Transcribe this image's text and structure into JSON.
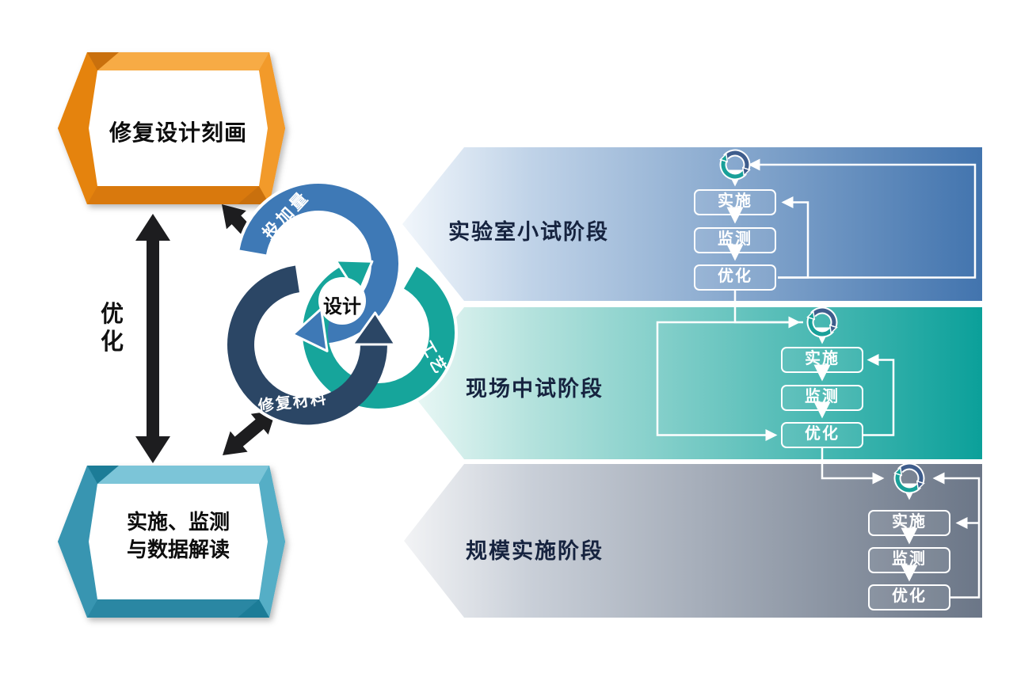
{
  "left_column": {
    "top_box_label": "修复设计刻画",
    "bottom_box_line1": "实施、监测",
    "bottom_box_line2": "与数据解读",
    "optimize_label": "优化"
  },
  "cycle": {
    "center_label": "设计",
    "dosage_label": "投加量",
    "process_label": "施工工艺",
    "material_label": "修复材料",
    "ring_colors": {
      "dosage": "#3e79b6",
      "process": "#16a59b",
      "material": "#2b4665"
    }
  },
  "phases": [
    {
      "name": "实验室小试阶段",
      "steps": [
        "实施",
        "监测",
        "优化"
      ],
      "band_color": "#4274ae"
    },
    {
      "name": "现场中试阶段",
      "steps": [
        "实施",
        "监测",
        "优化"
      ],
      "band_color": "#0ba09a"
    },
    {
      "name": "规模实施阶段",
      "steps": [
        "实施",
        "监测",
        "优化"
      ],
      "band_color": "#6b7687"
    }
  ],
  "colors": {
    "top_box_orange": "#ef8f1b",
    "bottom_box_teal": "#3ea2bd",
    "black_arrow": "#1d1d1f",
    "phase_label_text": "#16233f",
    "flow_line": "#ffffff"
  },
  "icons": {
    "phase_cycle_icon": "recycle-loop-icon"
  }
}
